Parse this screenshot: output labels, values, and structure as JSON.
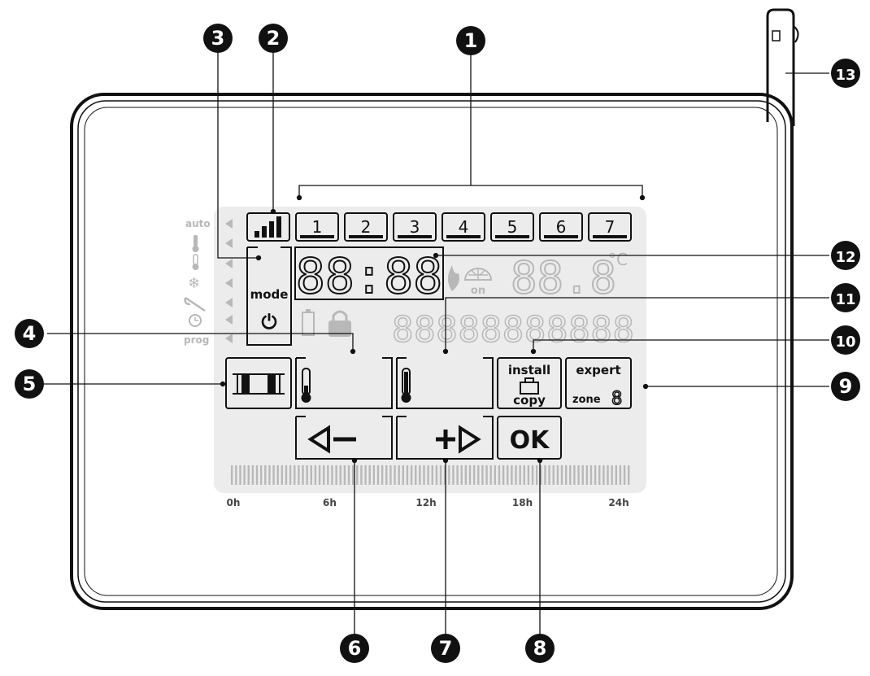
{
  "side_modes": {
    "auto": "auto",
    "prog": "prog"
  },
  "days": [
    "1",
    "2",
    "3",
    "4",
    "5",
    "6",
    "7"
  ],
  "clock": "88:88",
  "temp_display": "88.8",
  "temp_unit_c": "°C",
  "on_label": "on",
  "mode_label": "mode",
  "power_symbol": "⏻",
  "install_label": "install",
  "copy_label": "copy",
  "expert_label": "expert",
  "zone_label": "zone",
  "zone_digit": "8",
  "text_segments": "88888888888",
  "ok_label": "OK",
  "minus_label": "◁–",
  "plus_label": "+▷",
  "time_scale": [
    "0h",
    "6h",
    "12h",
    "18h",
    "24h"
  ],
  "callouts": [
    "1",
    "2",
    "3",
    "4",
    "5",
    "6",
    "7",
    "8",
    "9",
    "10",
    "11",
    "12",
    "13"
  ],
  "colors": {
    "lcd_bg": "#ececec",
    "black": "#111111",
    "segment_gray": "#b8b8b8"
  }
}
